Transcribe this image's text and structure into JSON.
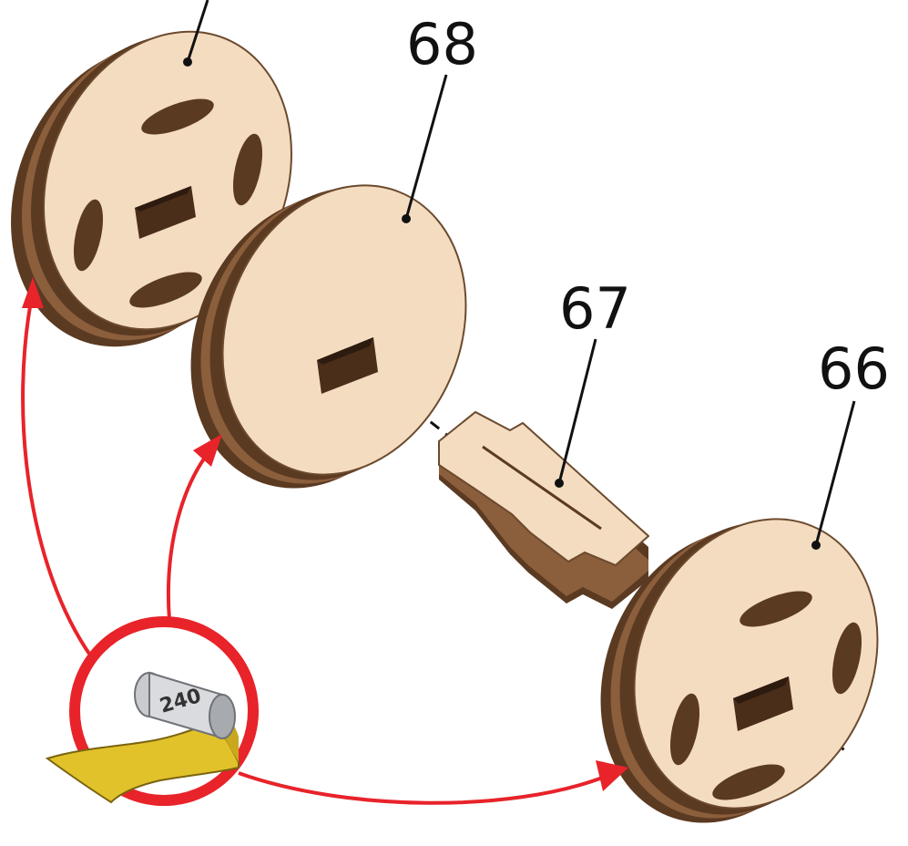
{
  "diagram": {
    "part_labels": {
      "wheel_middle": "68",
      "axle": "67",
      "wheel_right": "66"
    },
    "sandpaper": {
      "grit_label": "240"
    },
    "colors": {
      "wood_face": "#f4dcc0",
      "wood_edge_dark": "#5b3a22",
      "wood_edge_mid": "#8b5e3c",
      "arrow": "#e8232a",
      "sandpaper": "#e2c22a",
      "leader_line": "#111111"
    },
    "icons": [
      "sandpaper-roll-icon",
      "arrow-icon"
    ]
  }
}
